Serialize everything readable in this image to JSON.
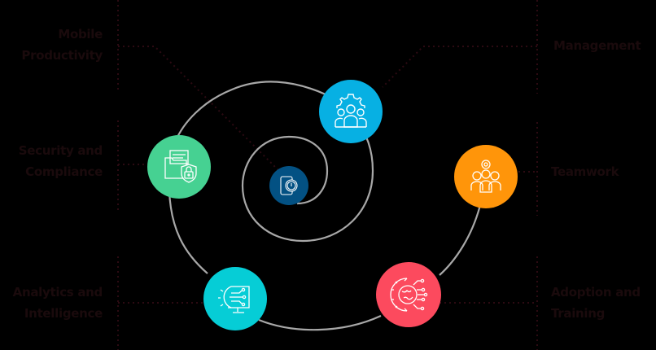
{
  "diagram": {
    "center": {
      "name": "mobile-device-hub",
      "icon": "smartphone-watch-icon",
      "color": "#035183"
    },
    "nodes": [
      {
        "id": "management",
        "label_lines": [
          "Management"
        ],
        "icon": "gear-team-icon",
        "color": "#07b0e3",
        "side": "right"
      },
      {
        "id": "teamwork",
        "label_lines": [
          "Teamwork"
        ],
        "icon": "team-gear-icon",
        "color": "#ff950a",
        "side": "right"
      },
      {
        "id": "adoption",
        "label_lines": [
          "Adoption and",
          "Training"
        ],
        "icon": "globe-gear-network-icon",
        "color": "#fc4a5e",
        "side": "right"
      },
      {
        "id": "analytics",
        "label_lines": [
          "Analytics and",
          "Intelligence"
        ],
        "icon": "monitor-gear-circuit-icon",
        "color": "#06cdd6",
        "side": "left"
      },
      {
        "id": "security",
        "label_lines": [
          "Security and",
          "Compliance"
        ],
        "icon": "folder-shield-lock-icon",
        "color": "#46d192",
        "side": "left"
      },
      {
        "id": "mobile",
        "label_lines": [
          "Mobile",
          "Productivity"
        ],
        "icon": "none",
        "color": "",
        "side": "left"
      }
    ],
    "colors": {
      "background": "#000000",
      "spiral": "#a8a8a8",
      "guides": "#2c0a12",
      "label_text": "#1a0a0c"
    }
  }
}
